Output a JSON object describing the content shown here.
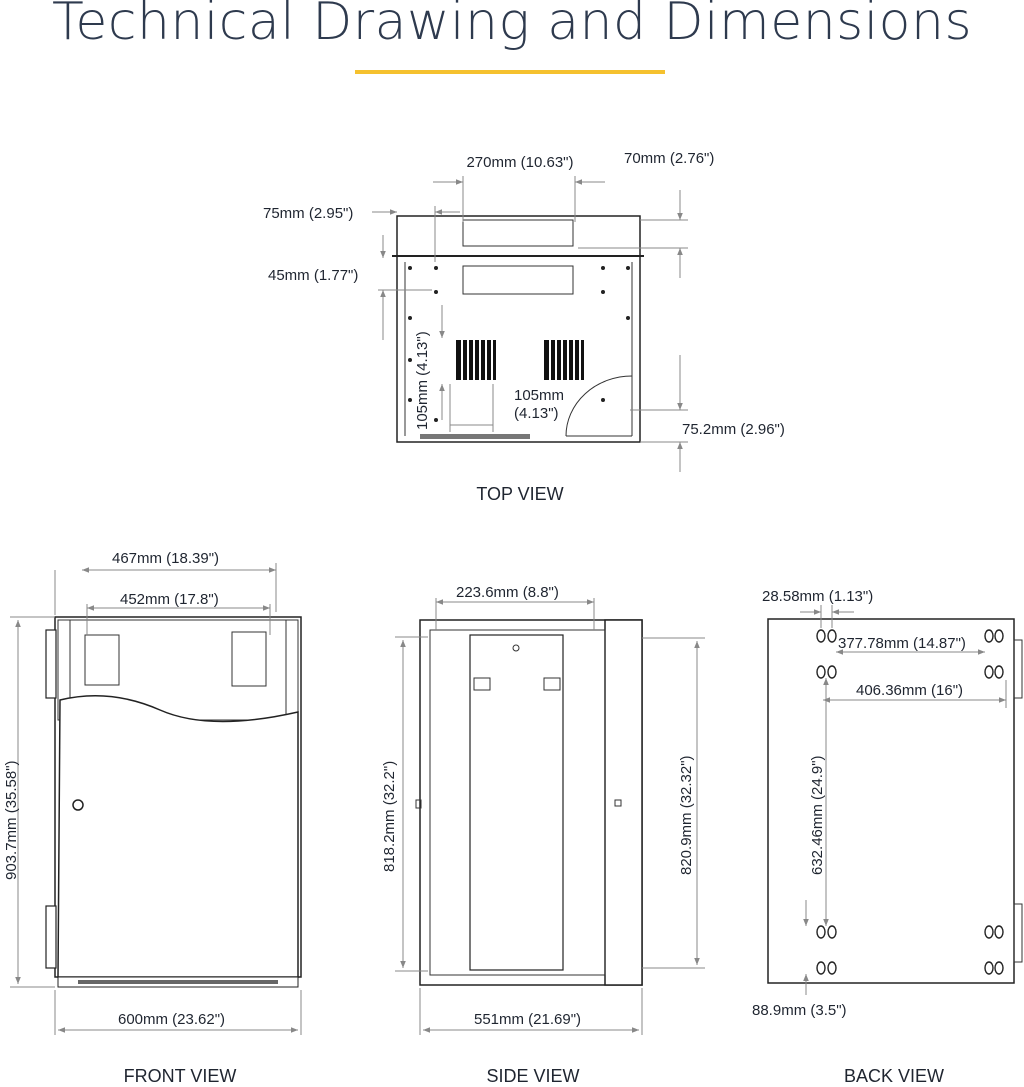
{
  "title": "Technical Drawing and Dimensions",
  "colors": {
    "accent": "#f5c12e",
    "line": "#222222",
    "dimension": "#888888"
  },
  "views": {
    "top": {
      "label": "TOP VIEW",
      "dims": {
        "width_270": "270mm (10.63\")",
        "depth_70": "70mm (2.76\")",
        "offset_75": "75mm (2.95\")",
        "offset_45": "45mm (1.77\")",
        "vent_105_v": "105mm (4.13\")",
        "vent_105_h_line1": "105mm",
        "vent_105_h_line2": "(4.13\")",
        "depth_75_2": "75.2mm (2.96\")"
      }
    },
    "front": {
      "label": "FRONT VIEW",
      "dims": {
        "width_467": "467mm (18.39\")",
        "width_452": "452mm (17.8\")",
        "height_903": "903.7mm (35.58\")",
        "width_600": "600mm (23.62\")"
      }
    },
    "side": {
      "label": "SIDE VIEW",
      "dims": {
        "width_223": "223.6mm (8.8\")",
        "height_818": "818.2mm (32.2\")",
        "height_820": "820.9mm (32.32\")",
        "width_551": "551mm (21.69\")"
      }
    },
    "back": {
      "label": "BACK VIEW",
      "dims": {
        "spacing_28": "28.58mm (1.13\")",
        "spacing_377": "377.78mm (14.87\")",
        "spacing_406": "406.36mm (16\")",
        "height_632": "632.46mm (24.9\")",
        "spacing_88": "88.9mm (3.5\")"
      }
    }
  }
}
